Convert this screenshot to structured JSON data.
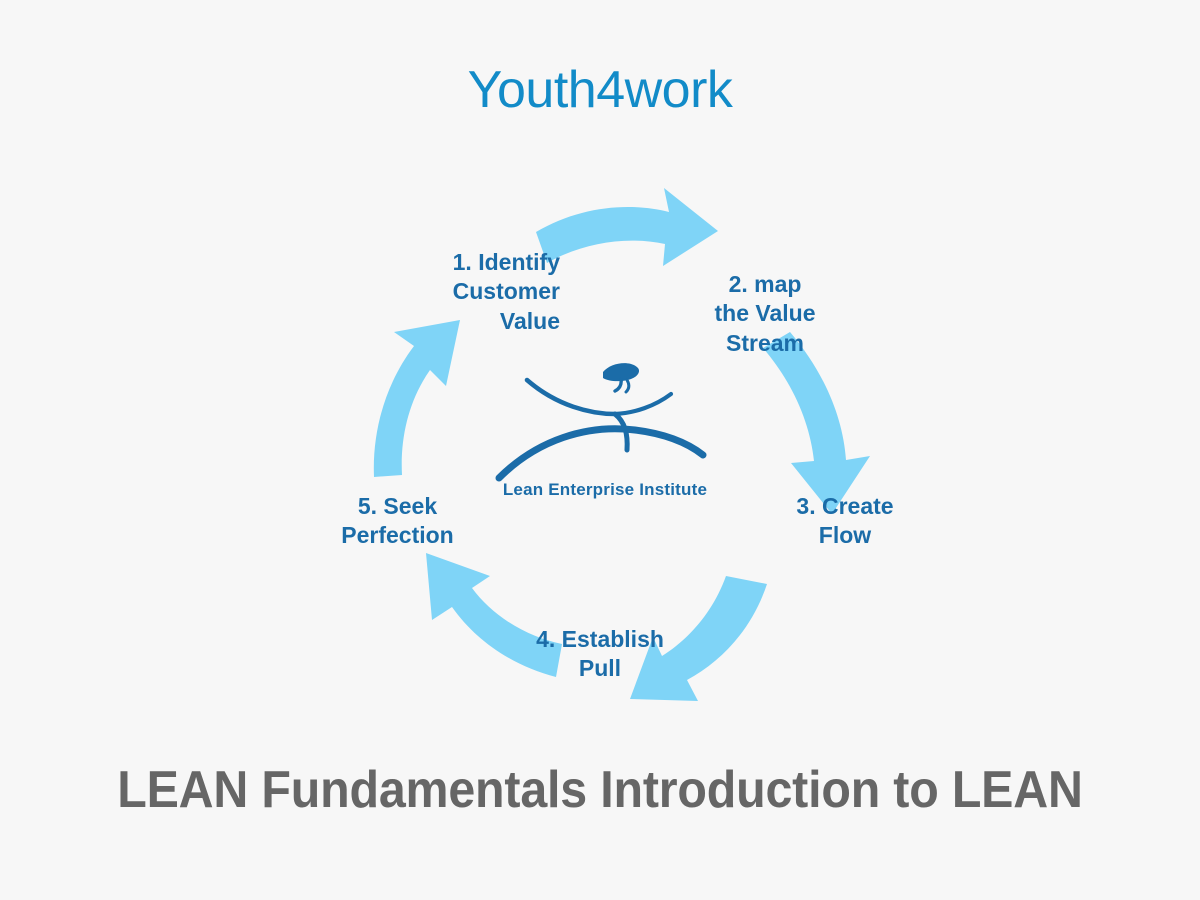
{
  "page": {
    "background_color": "#f7f7f7",
    "brand_title": "Youth4work",
    "brand_title_color": "#128bc8",
    "footer_heading": "LEAN Fundamentals Introduction to LEAN",
    "footer_heading_color": "#666666"
  },
  "diagram": {
    "type": "cycle",
    "accent_arrow_color": "#7fd4f7",
    "label_color": "#1b6ca8",
    "steps": [
      {
        "number": "1.",
        "label": "1. Identify\nCustomer\nValue",
        "position": "top-left"
      },
      {
        "number": "2.",
        "label": "2. map\nthe Value\nStream",
        "position": "top-right"
      },
      {
        "number": "3.",
        "label": "3. Create\nFlow",
        "position": "right"
      },
      {
        "number": "4.",
        "label": "4. Establish\nPull",
        "position": "bottom"
      },
      {
        "number": "5.",
        "label": "5. Seek\nPerfection",
        "position": "left"
      }
    ],
    "arrows": [
      {
        "name": "arrow-top",
        "from": "1. Identify Customer Value",
        "to": "2. map the Value Stream",
        "direction": "right"
      },
      {
        "name": "arrow-right",
        "from": "2. map the Value Stream",
        "to": "3. Create Flow",
        "direction": "down"
      },
      {
        "name": "arrow-bottom-right",
        "from": "3. Create Flow",
        "to": "4. Establish Pull",
        "direction": "down-left"
      },
      {
        "name": "arrow-bottom-left",
        "from": "4. Establish Pull",
        "to": "5. Seek Perfection",
        "direction": "up-left"
      },
      {
        "name": "arrow-left",
        "from": "5. Seek Perfection",
        "to": "1. Identify Customer Value",
        "direction": "up"
      }
    ]
  },
  "logo": {
    "name": "lean-enterprise-institute",
    "text": "Lean Enterprise Institute",
    "color": "#1b6ca8"
  }
}
